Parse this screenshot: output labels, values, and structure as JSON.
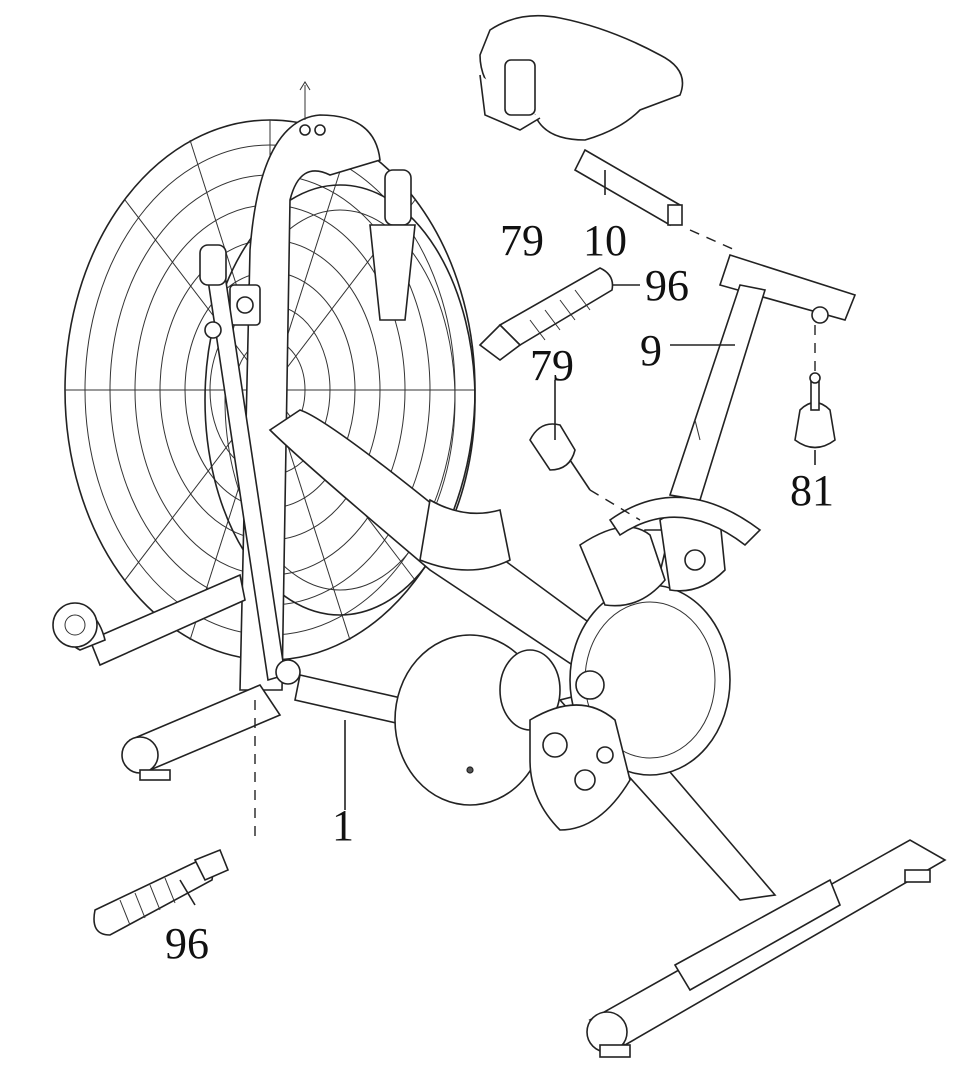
{
  "callouts": {
    "frame": "1",
    "pedal_left": "96",
    "pedal_right": "96",
    "knob_upper": "79",
    "knob_lower": "79",
    "seat_post": "10",
    "seat_slider": "9",
    "seat_knob": "81"
  },
  "colors": {
    "line": "#222222",
    "background": "#ffffff",
    "shading": "#555555"
  }
}
